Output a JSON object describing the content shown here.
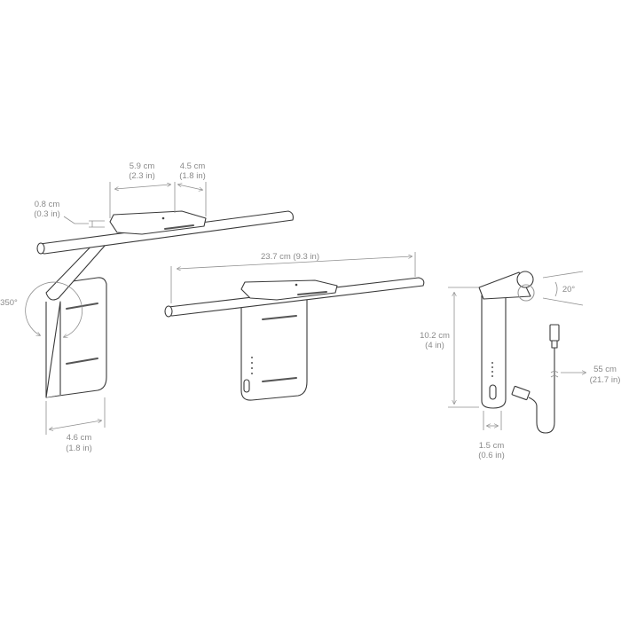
{
  "labels": {
    "clamp_depth_cm": "5.9 cm",
    "clamp_depth_in": "(2.3 in)",
    "clamp_front_cm": "4.5 cm",
    "clamp_front_in": "(1.8 in)",
    "clamp_gap_cm": "0.8 cm",
    "clamp_gap_in": "(0.3 in)",
    "rotation": "350°",
    "panel_width_cm": "4.6 cm",
    "panel_width_in": "(1.8 in)",
    "bar_length": "23.7 cm (9.3 in)",
    "height_cm": "10.2 cm",
    "height_in": "(4 in)",
    "tilt": "20°",
    "cable_cm": "55 cm",
    "cable_in": "(21.7 in)",
    "thickness_cm": "1.5 cm",
    "thickness_in": "(0.6 in)"
  },
  "colors": {
    "line": "#3a3a3a",
    "dimension": "#8a8a8a"
  }
}
